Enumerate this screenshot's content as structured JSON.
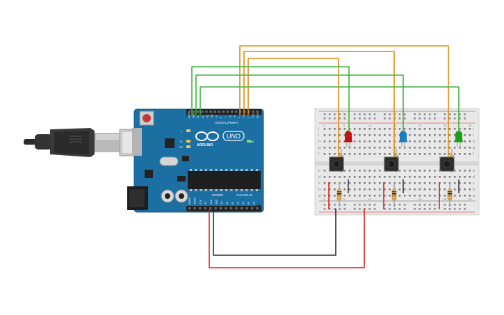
{
  "board": {
    "brand": "ARDUINO",
    "model": "UNO",
    "on_label": "ON",
    "digital_label": "DIGITAL (PWM~)",
    "power_label": "POWER",
    "analog_label": "ANALOG IN",
    "l_label": "L",
    "tx_label": "TX",
    "rx_label": "RX",
    "top_pins": [
      "AREF",
      "GND",
      "13",
      "12",
      "~11",
      "~10",
      "~9",
      "8",
      "7",
      "~6",
      "~5",
      "4",
      "~3",
      "2",
      "TX 1",
      "RX 0"
    ],
    "bottom_pins": [
      "IOREF",
      "RESET",
      "3.3V",
      "5V",
      "GND",
      "GND",
      "Vin",
      "A0",
      "A1",
      "A2",
      "A3",
      "A4",
      "A5"
    ]
  },
  "breadboard": {
    "row_letters_top": [
      "j",
      "i",
      "h",
      "g",
      "f"
    ],
    "row_letters_bottom": [
      "e",
      "d",
      "c",
      "b",
      "a"
    ],
    "column_numbers": [
      "1",
      "5",
      "10",
      "15",
      "20",
      "25",
      "30"
    ]
  },
  "leds": [
    {
      "name": "red",
      "color": "#c0140e"
    },
    {
      "name": "blue",
      "color": "#1a7fc0"
    },
    {
      "name": "green",
      "color": "#19a019"
    }
  ],
  "wire_colors": {
    "orange": "#e08a12",
    "green": "#3fb43a",
    "black": "#2b2b2b",
    "red": "#d8231b"
  }
}
